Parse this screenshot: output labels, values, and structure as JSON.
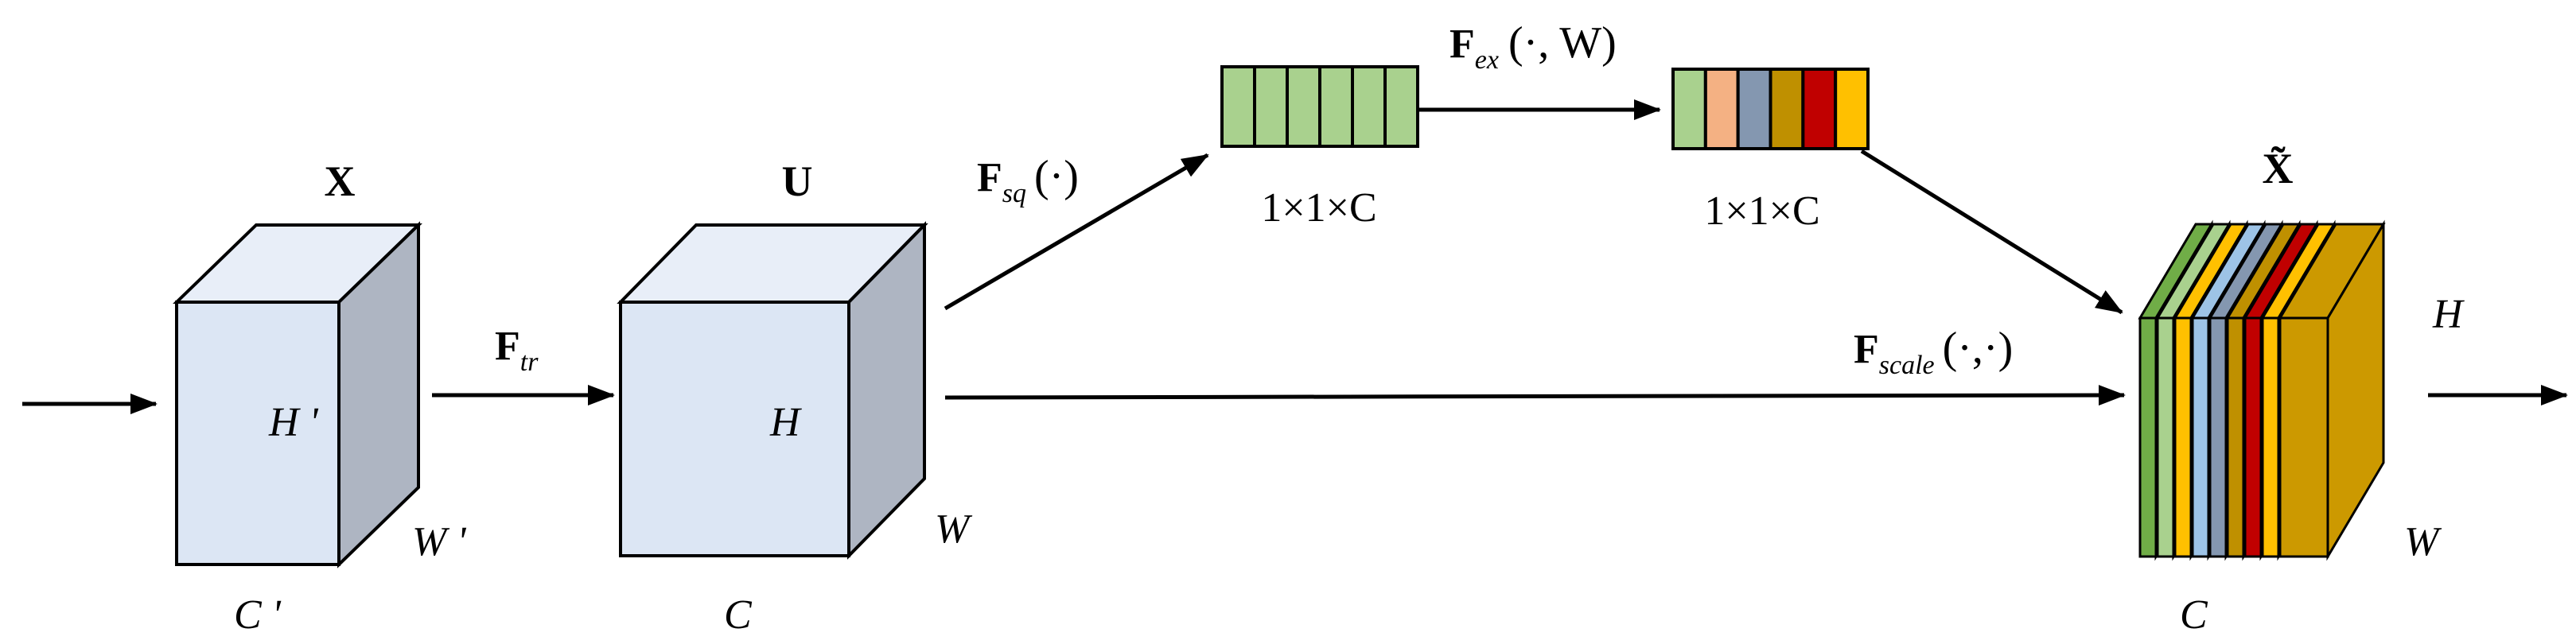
{
  "blocks": {
    "input": {
      "name": "X",
      "height": "H '",
      "width": "W '",
      "channels": "C '"
    },
    "transformed": {
      "name": "U",
      "height": "H",
      "width": "W",
      "channels": "C"
    },
    "output": {
      "name": "X̃",
      "height": "H",
      "width": "W",
      "channels": "C"
    }
  },
  "vectors": {
    "squeeze": {
      "dims": "1×1×C",
      "cells": 6
    },
    "excite": {
      "dims": "1×1×C"
    }
  },
  "operations": {
    "transform": {
      "symbol": "F",
      "sub": "tr"
    },
    "squeeze": {
      "symbol": "F",
      "sub": "sq",
      "args": "(·)"
    },
    "excite": {
      "symbol": "F",
      "sub": "ex",
      "args": "(·, W)"
    },
    "scale": {
      "symbol": "F",
      "sub": "scale",
      "args": "(·,·)"
    }
  },
  "colors": {
    "cube_front": "#dce6f4",
    "cube_top": "#e8eef8",
    "cube_side": "#aeb5c2",
    "squeeze_cell": "#a9d18e",
    "excite_cells": [
      "#a9d18e",
      "#f4b183",
      "#8497b0",
      "#bf9000",
      "#c00000",
      "#ffc000"
    ],
    "output_layers": [
      "#70ad47",
      "#a9d18e",
      "#ffc000",
      "#9dc3e6",
      "#8497b0",
      "#bf9000",
      "#c00000",
      "#ffc000",
      "#cc9900"
    ]
  }
}
